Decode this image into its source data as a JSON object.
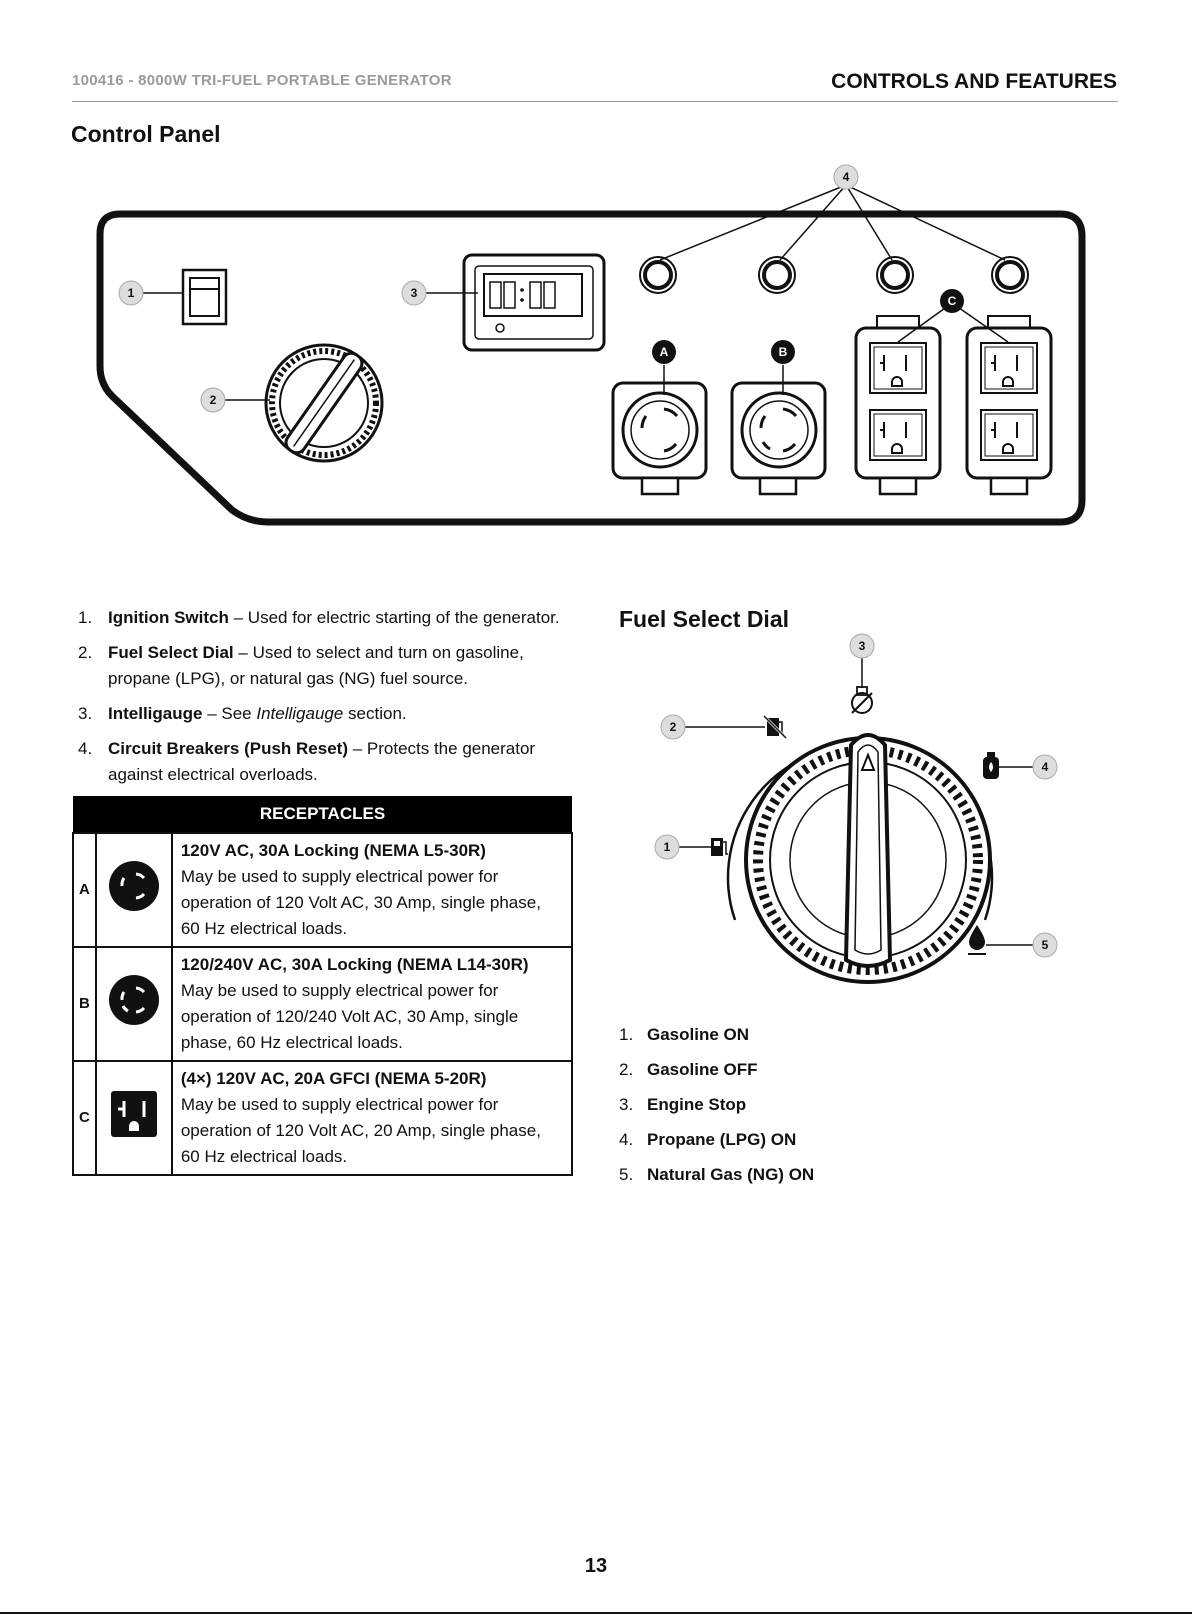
{
  "header": {
    "doc_title": "100416 - 8000W TRI-FUEL PORTABLE GENERATOR",
    "section": "CONTROLS AND FEATURES"
  },
  "control_panel": {
    "title": "Control Panel",
    "callouts": [
      "1",
      "2",
      "3",
      "4",
      "A",
      "B",
      "C"
    ]
  },
  "controls_list": [
    {
      "num": "1.",
      "term": "Ignition Switch",
      "desc": " – Used for electric starting of the generator."
    },
    {
      "num": "2.",
      "term": "Fuel Select Dial",
      "desc": " – Used to select and turn on gasoline, propane (LPG), or natural gas (NG) fuel source."
    },
    {
      "num": "3.",
      "term": "Intelligauge",
      "desc_pre": " – See ",
      "desc_italic": "Intelligauge",
      "desc_post": " section."
    },
    {
      "num": "4.",
      "term": "Circuit Breakers (Push Reset)",
      "desc": " – Protects the generator against electrical overloads."
    }
  ],
  "receptacles": {
    "heading": "RECEPTACLES",
    "rows": [
      {
        "letter": "A",
        "icon": "locking-30a-icon",
        "title": "120V AC, 30A Locking (NEMA L5-30R)",
        "desc": "May be used to supply electrical power for operation of 120 Volt AC, 30 Amp, single phase, 60 Hz electrical loads."
      },
      {
        "letter": "B",
        "icon": "locking-l14-icon",
        "title": "120/240V AC, 30A Locking (NEMA L14-30R)",
        "desc": "May be used to supply electrical power for operation of 120/240 Volt AC, 30 Amp, single phase, 60 Hz electrical loads."
      },
      {
        "letter": "C",
        "icon": "gfci-outlet-icon",
        "title": "(4×) 120V AC, 20A GFCI (NEMA 5-20R)",
        "desc": "May be used to supply electrical power for operation of 120 Volt AC, 20 Amp, single phase, 60 Hz electrical loads."
      }
    ]
  },
  "fuel_dial": {
    "title": "Fuel Select Dial",
    "callouts": [
      "1",
      "2",
      "3",
      "4",
      "5"
    ],
    "positions": [
      {
        "num": "1.",
        "label": "Gasoline ON"
      },
      {
        "num": "2.",
        "label": "Gasoline OFF"
      },
      {
        "num": "3.",
        "label": "Engine Stop"
      },
      {
        "num": "4.",
        "label": "Propane (LPG) ON"
      },
      {
        "num": "5.",
        "label": "Natural Gas (NG) ON"
      }
    ]
  },
  "page_number": "13"
}
